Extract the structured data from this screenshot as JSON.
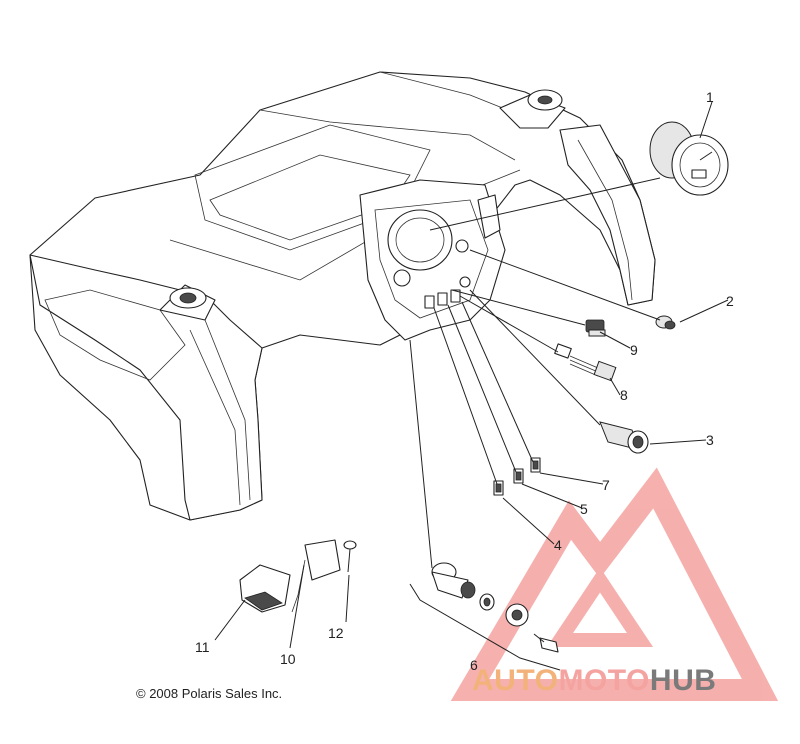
{
  "diagram": {
    "callouts": [
      "1",
      "2",
      "3",
      "4",
      "5",
      "6",
      "7",
      "8",
      "9",
      "10",
      "11",
      "12"
    ],
    "copyright": "© 2008 Polaris Sales Inc."
  },
  "watermark": {
    "part1": "AUTO",
    "part2": "MOTO",
    "part3": "HUB",
    "colors": {
      "primary": "#f4a3a0",
      "accent": "#f2b27a",
      "dark": "#7a7a7a"
    }
  }
}
